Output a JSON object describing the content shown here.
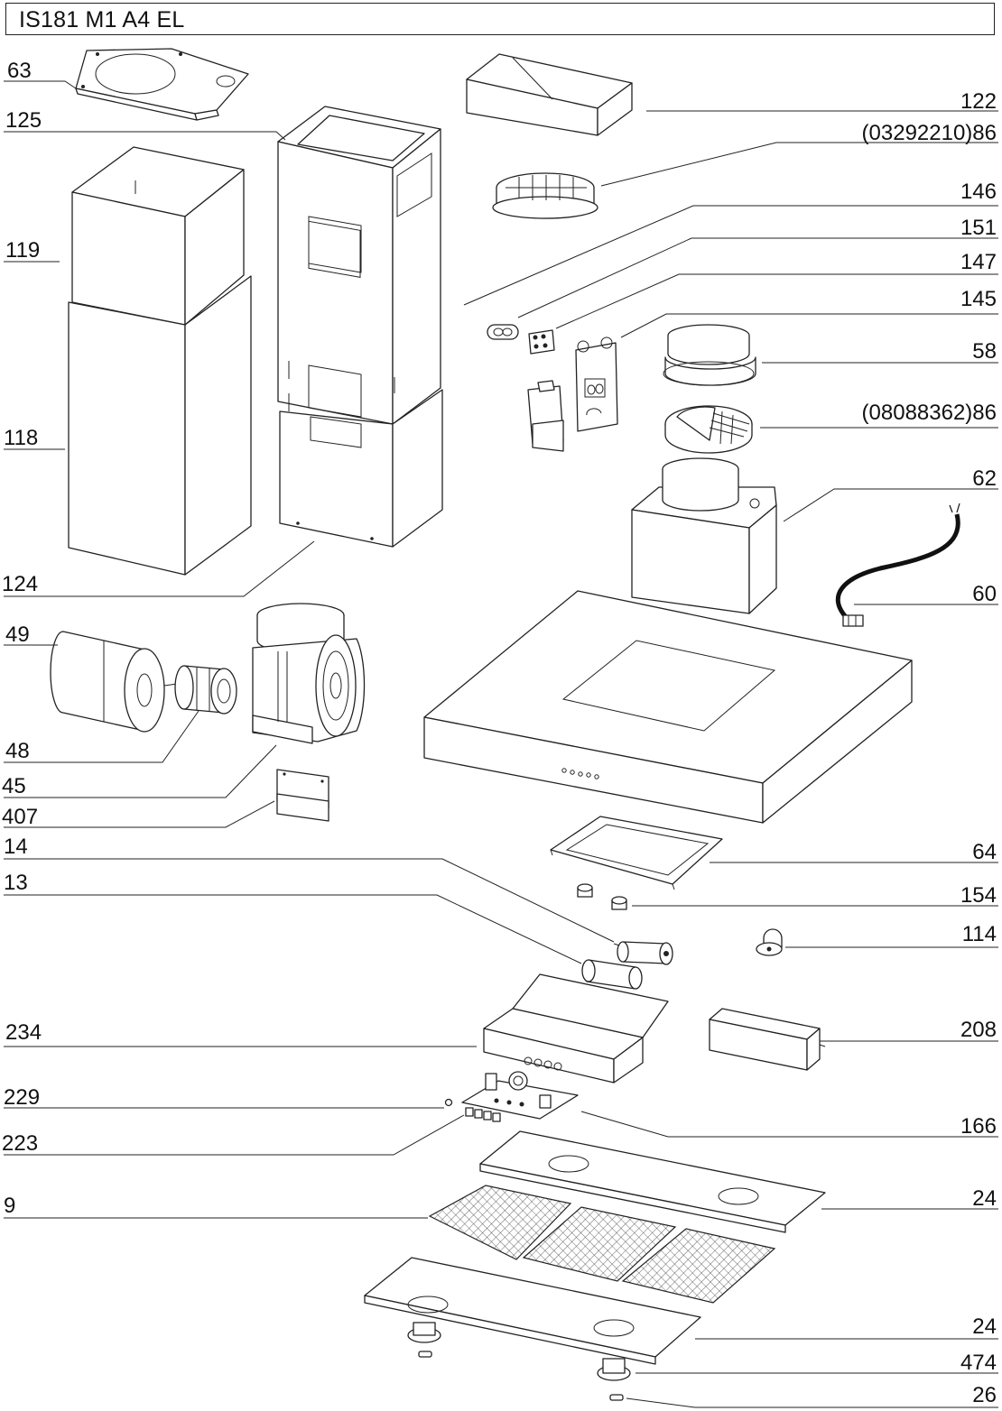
{
  "title": "IS181 M1 A4 EL",
  "labels": [
    {
      "id": "p63",
      "text": "63"
    },
    {
      "id": "p125",
      "text": "125"
    },
    {
      "id": "p119",
      "text": "119"
    },
    {
      "id": "p118",
      "text": "118"
    },
    {
      "id": "p124",
      "text": "124"
    },
    {
      "id": "p49",
      "text": "49"
    },
    {
      "id": "p48",
      "text": "48"
    },
    {
      "id": "p45",
      "text": "45"
    },
    {
      "id": "p407",
      "text": "407"
    },
    {
      "id": "p14",
      "text": "14"
    },
    {
      "id": "p13",
      "text": "13"
    },
    {
      "id": "p234",
      "text": "234"
    },
    {
      "id": "p229",
      "text": "229"
    },
    {
      "id": "p223",
      "text": "223"
    },
    {
      "id": "p9",
      "text": "9"
    },
    {
      "id": "p122",
      "text": "122"
    },
    {
      "id": "p86a",
      "text": "(03292210)86"
    },
    {
      "id": "p146",
      "text": "146"
    },
    {
      "id": "p151",
      "text": "151"
    },
    {
      "id": "p147",
      "text": "147"
    },
    {
      "id": "p145",
      "text": "145"
    },
    {
      "id": "p58",
      "text": "58"
    },
    {
      "id": "p86b",
      "text": "(08088362)86"
    },
    {
      "id": "p62",
      "text": "62"
    },
    {
      "id": "p60",
      "text": "60"
    },
    {
      "id": "p64",
      "text": "64"
    },
    {
      "id": "p154",
      "text": "154"
    },
    {
      "id": "p114",
      "text": "114"
    },
    {
      "id": "p208",
      "text": "208"
    },
    {
      "id": "p166",
      "text": "166"
    },
    {
      "id": "p24a",
      "text": "24"
    },
    {
      "id": "p24b",
      "text": "24"
    },
    {
      "id": "p474",
      "text": "474"
    },
    {
      "id": "p26",
      "text": "26"
    }
  ]
}
